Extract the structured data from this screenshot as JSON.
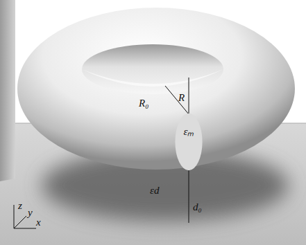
{
  "diagram": {
    "nodes": [
      {
        "text": [
          "εₘ"
        ]
      }
    ],
    "labels": [
      "R₀",
      "R",
      "εd",
      "d₀",
      "z",
      "y",
      "x"
    ]
  }
}
